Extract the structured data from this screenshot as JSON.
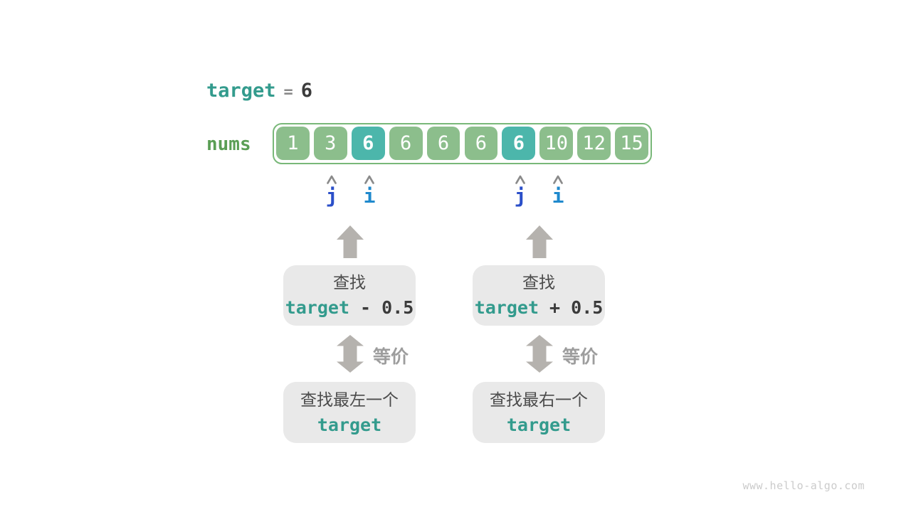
{
  "diagram": {
    "watermark": "www.hello-algo.com",
    "target_line": {
      "variable": "target",
      "operator": "=",
      "value": "6"
    },
    "array": {
      "label": "nums",
      "cells": [
        {
          "value": "1",
          "highlight": false
        },
        {
          "value": "3",
          "highlight": false
        },
        {
          "value": "6",
          "highlight": true
        },
        {
          "value": "6",
          "highlight": false
        },
        {
          "value": "6",
          "highlight": false
        },
        {
          "value": "6",
          "highlight": false
        },
        {
          "value": "6",
          "highlight": true
        },
        {
          "value": "10",
          "highlight": false
        },
        {
          "value": "12",
          "highlight": false
        },
        {
          "value": "15",
          "highlight": false
        }
      ]
    },
    "pointers": [
      {
        "label": "j",
        "cell_index": 1,
        "color": "#2b4fc9"
      },
      {
        "label": "i",
        "cell_index": 2,
        "color": "#1f89cd"
      },
      {
        "label": "j",
        "cell_index": 6,
        "color": "#2b4fc9"
      },
      {
        "label": "i",
        "cell_index": 7,
        "color": "#1f89cd"
      }
    ],
    "columns": [
      {
        "search_title": "查找",
        "expr_var": "target",
        "expr_op": " - 0.5",
        "equiv_label": "等价",
        "result_title": "查找最左一个",
        "result_expr": "target"
      },
      {
        "search_title": "查找",
        "expr_var": "target",
        "expr_op": " + 0.5",
        "equiv_label": "等价",
        "result_title": "查找最右一个",
        "result_expr": "target"
      }
    ],
    "colors": {
      "teal_text": "#339b8d",
      "dark_text": "#3b3b3b",
      "label_green": "#5a9e55",
      "cell_green": "#8cbe8c",
      "cell_teal": "#4cb6ab",
      "array_border": "#79b879",
      "arrow_gray": "#b5b2ae",
      "equiv_gray": "#9d9d9d",
      "box_bg": "#e9e9e9",
      "box_text": "#4b4b4b",
      "caret_gray": "#8a8a8a",
      "watermark_gray": "#cbcbcb"
    }
  }
}
